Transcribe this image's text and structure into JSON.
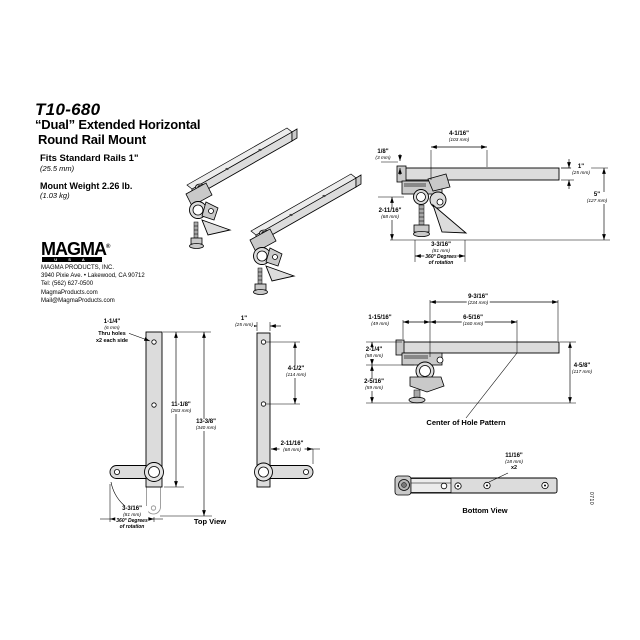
{
  "page": {
    "model": "T10-680",
    "title1": "“Dual” Extended Horizontal",
    "title2": "Round Rail Mount",
    "fits": "Fits Standard Rails 1\"",
    "fits_mm": "(25.5 mm)",
    "weight": "Mount Weight 2.26 lb.",
    "weight_kg": "(1.03 kg)",
    "doc_code": "0710"
  },
  "company": {
    "logo": "MAGMA",
    "logo_reg": "®",
    "logo_sub": "U S A",
    "line1": "MAGMA PRODUCTS, INC.",
    "line2": "3940 Pixie Ave. • Lakewood, CA 90712",
    "line3": "Tel: (562) 627-0500",
    "line4": "MagmaProducts.com",
    "line5": "Mail@MagmaProducts.com"
  },
  "side_view": {
    "dim_top": {
      "in": "4-1/16\"",
      "mm": "(103 mm)"
    },
    "dim_gap": {
      "in": "1/8\"",
      "mm": "(3 mm)"
    },
    "dim_bar": {
      "in": "1\"",
      "mm": "(25 mm)"
    },
    "dim_height": {
      "in": "5\"",
      "mm": "(127 mm)"
    },
    "dim_clamp": {
      "in": "2-11/16\"",
      "mm": "(68 mm)"
    },
    "dim_rot": {
      "in": "3-3/16\"",
      "mm": "(81 mm)",
      "note1": "360° Degrees",
      "note2": "of rotation"
    }
  },
  "top_view": {
    "label": "Top View",
    "dim_hole": {
      "in": "1-1/4\"",
      "mm": "(6 mm)",
      "note1": "Thru holes",
      "note2": "x2 each side"
    },
    "dim_inner": {
      "in": "11-1/8\"",
      "mm": "(283 mm)"
    },
    "dim_outer": {
      "in": "13-3/8\"",
      "mm": "(340 mm)"
    },
    "dim_rot": {
      "in": "3-3/16\"",
      "mm": "(81 mm)",
      "note1": "360° Degrees",
      "note2": "of rotation"
    }
  },
  "front_view": {
    "dim_width": {
      "in": "1\"",
      "mm": "(25 mm)"
    },
    "dim_holes": {
      "in": "4-1/2\"",
      "mm": "(114 mm)"
    },
    "dim_arm": {
      "in": "2-11/16\"",
      "mm": "(68 mm)"
    }
  },
  "hole_pattern": {
    "label": "Center of Hole Pattern",
    "dim_total": {
      "in": "9-3/16\"",
      "mm": "(234 mm)"
    },
    "dim_left": {
      "in": "1-15/16\"",
      "mm": "(49 mm)"
    },
    "dim_mid": {
      "in": "6-5/16\"",
      "mm": "(160 mm)"
    },
    "dim_upper": {
      "in": "2-1/4\"",
      "mm": "(58 mm)"
    },
    "dim_lower": {
      "in": "2-5/16\"",
      "mm": "(59 mm)"
    },
    "dim_right": {
      "in": "4-5/8\"",
      "mm": "(117 mm)"
    }
  },
  "bottom_view": {
    "label": "Bottom View",
    "dim_hole": {
      "in": "11/16\"",
      "mm": "(18 mm)",
      "note": "x2"
    }
  }
}
